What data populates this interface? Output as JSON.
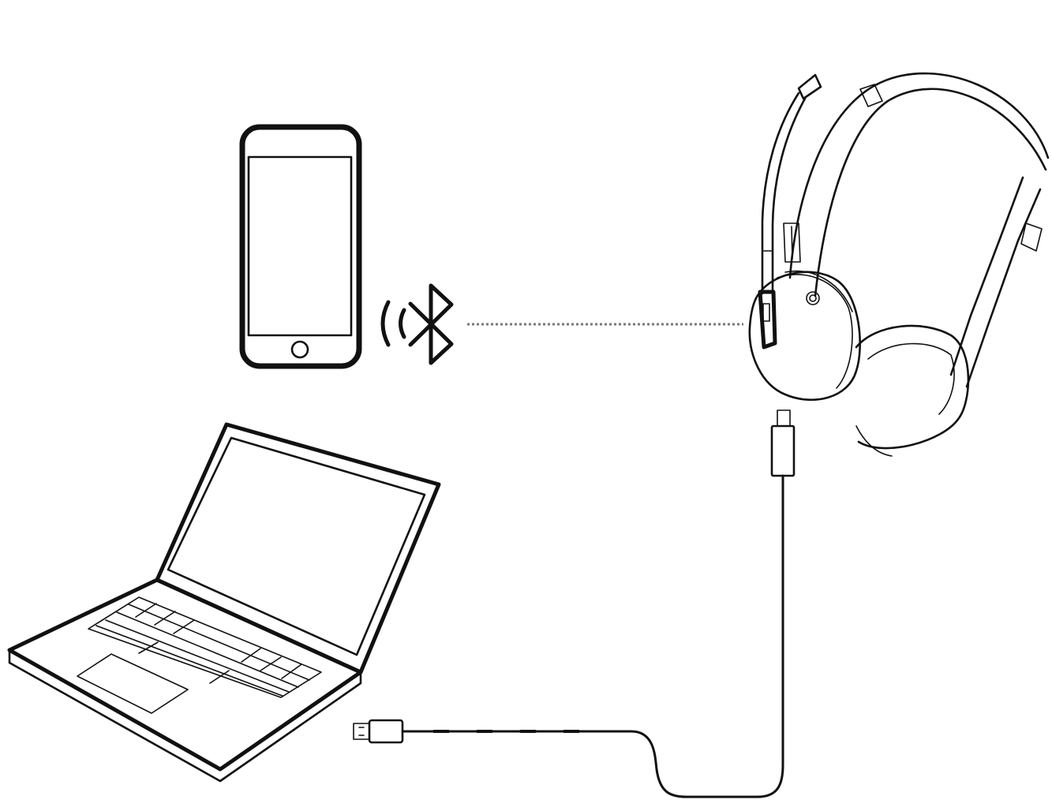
{
  "diagram": {
    "nodes": [
      {
        "id": "phone",
        "icon": "smartphone-icon"
      },
      {
        "id": "laptop",
        "icon": "laptop-icon"
      },
      {
        "id": "headset",
        "icon": "headset-icon"
      }
    ],
    "connections": [
      {
        "from": "phone",
        "to": "headset",
        "kind": "bluetooth",
        "icon": "bluetooth-icon",
        "style": "dotted"
      },
      {
        "from": "laptop",
        "to": "headset",
        "kind": "usb-a to usb-c cable",
        "style": "solid"
      }
    ],
    "colors": {
      "line": "#111111",
      "background": "#ffffff"
    }
  }
}
